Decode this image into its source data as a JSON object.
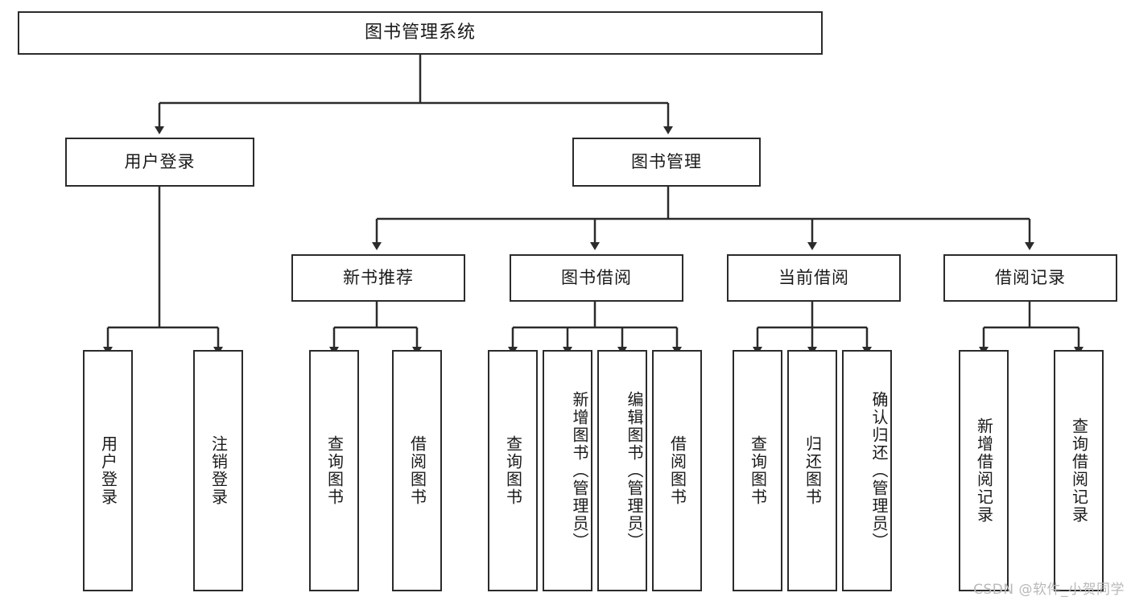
{
  "diagram": {
    "title": "图书管理系统",
    "type": "tree",
    "watermark": "CSDN @软件_小贺同学",
    "colors": {
      "box_border": "#2b2b2b",
      "box_fill": "#ffffff",
      "connector": "#2b2b2b",
      "text": "#1a1a1a",
      "watermark": "#b9b9b9"
    },
    "nodes": {
      "root": {
        "label": "图书管理系统"
      },
      "level2": [
        {
          "label": "用户登录"
        },
        {
          "label": "图书管理"
        }
      ],
      "level3": [
        {
          "label": "新书推荐"
        },
        {
          "label": "图书借阅"
        },
        {
          "label": "当前借阅"
        },
        {
          "label": "借阅记录"
        }
      ],
      "leaves_user_login": [
        {
          "label": "用户登录"
        },
        {
          "label": "注销登录"
        }
      ],
      "leaves_new_book": [
        {
          "label": "查询图书"
        },
        {
          "label": "借阅图书"
        }
      ],
      "leaves_borrow": [
        {
          "label": "查询图书"
        },
        {
          "label": "新增图书（管理员）"
        },
        {
          "label": "编辑图书（管理员）"
        },
        {
          "label": "借阅图书"
        }
      ],
      "leaves_current": [
        {
          "label": "查询图书"
        },
        {
          "label": "归还图书"
        },
        {
          "label": "确认归还（管理员）"
        }
      ],
      "leaves_records": [
        {
          "label": "新增借阅记录"
        },
        {
          "label": "查询借阅记录"
        }
      ]
    }
  }
}
